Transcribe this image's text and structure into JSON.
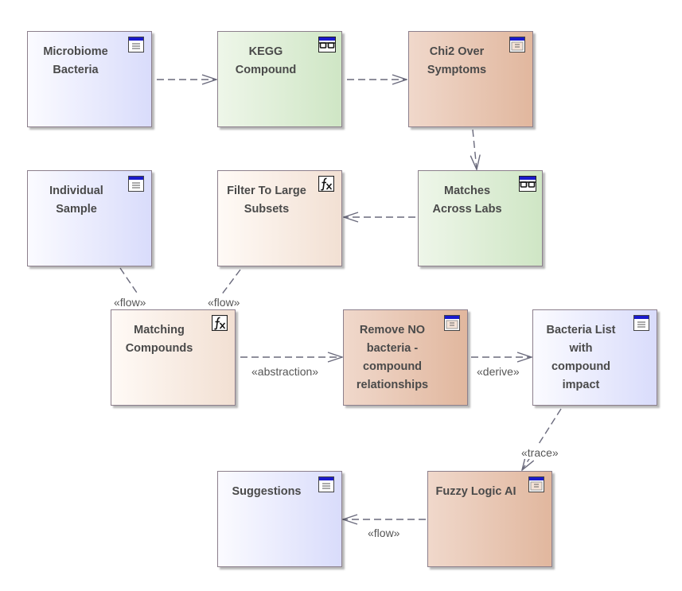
{
  "nodes": {
    "microbiome_bacteria": {
      "label": "Microbiome\nBacteria",
      "icon": "document-icon"
    },
    "kegg_compound": {
      "label": "KEGG\nCompound",
      "icon": "glasses-icon"
    },
    "chi2_over_symptoms": {
      "label": "Chi2 Over\nSymptoms",
      "icon": "datastore-icon"
    },
    "individual_sample": {
      "label": "Individual\nSample",
      "icon": "document-icon"
    },
    "filter_to_large_subsets": {
      "label": "Filter To Large\nSubsets",
      "icon": "function-icon"
    },
    "matches_across_labs": {
      "label": "Matches\nAcross Labs",
      "icon": "glasses-icon"
    },
    "matching_compounds": {
      "label": "Matching\nCompounds",
      "icon": "function-icon"
    },
    "remove_no_bacteria": {
      "label": "Remove NO\nbacteria -\ncompound\nrelationships",
      "icon": "datastore-icon"
    },
    "bacteria_list": {
      "label": "Bacteria List\nwith\ncompound\nimpact",
      "icon": "document-icon"
    },
    "suggestions": {
      "label": "Suggestions",
      "icon": "document-icon"
    },
    "fuzzy_logic_ai": {
      "label": "Fuzzy Logic AI",
      "icon": "datastore-icon"
    }
  },
  "edges": {
    "flow1": "«flow»",
    "flow2": "«flow»",
    "abstraction": "«abstraction»",
    "derive": "«derive»",
    "trace": "«trace»",
    "flow3": "«flow»"
  },
  "colors": {
    "border": "#8c7f8c",
    "connector": "#6a6a7c",
    "text": "#4a4a4a",
    "icon_header": "#1a1acc"
  }
}
